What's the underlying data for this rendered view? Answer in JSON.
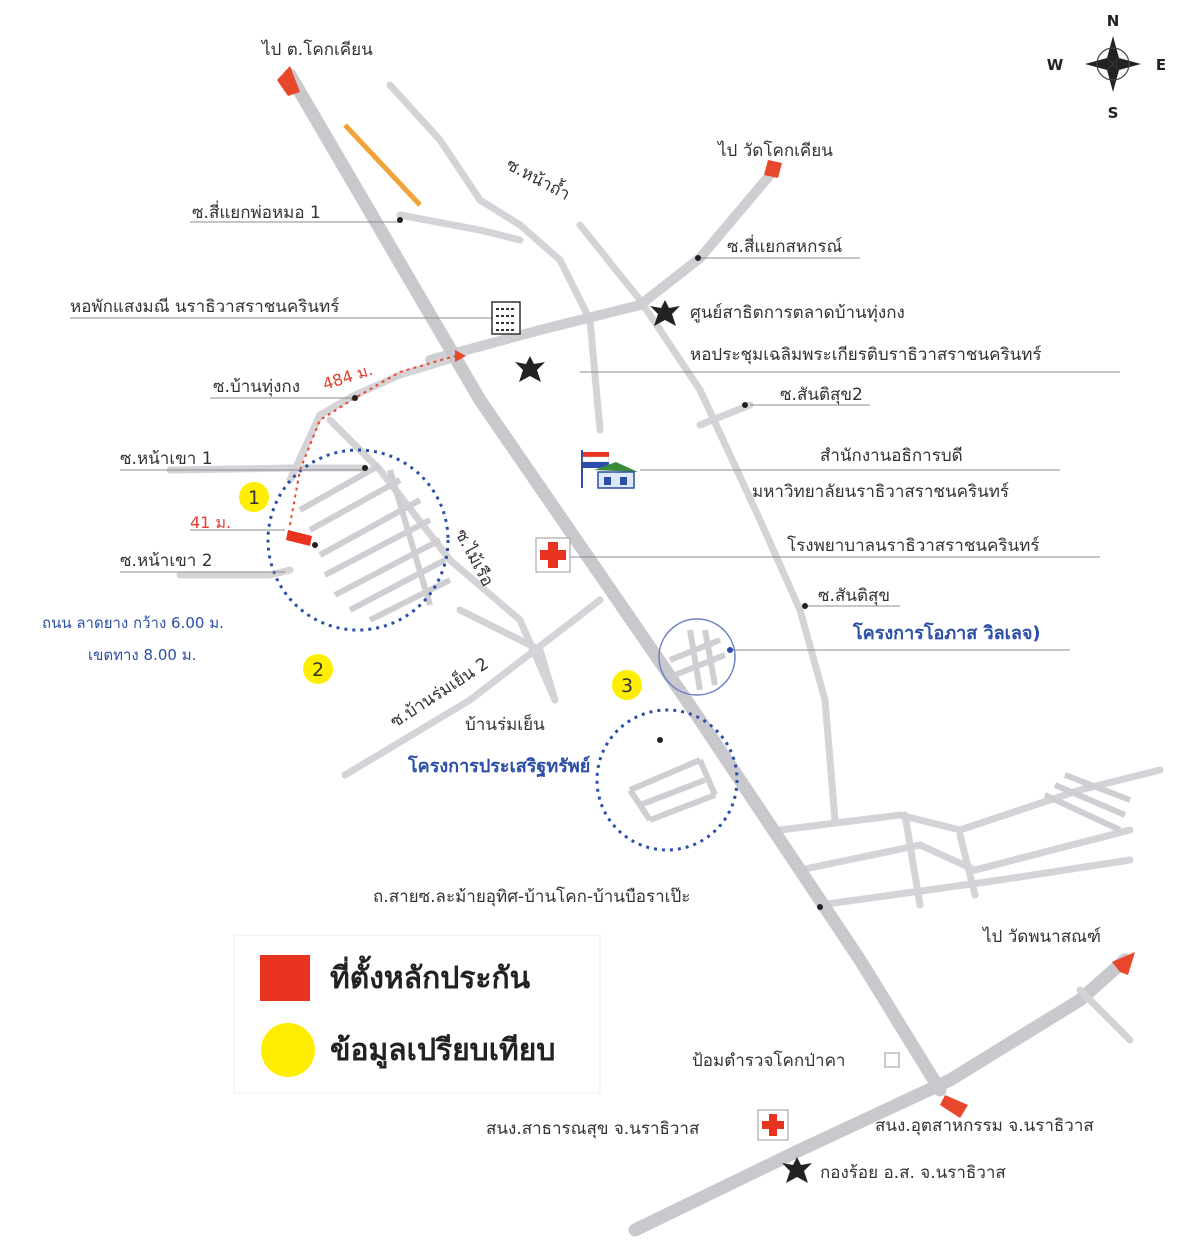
{
  "compass": {
    "n": "N",
    "s": "S",
    "e": "E",
    "w": "W"
  },
  "labels": {
    "to_kok_khian": "ไป ต.โคกเคียน",
    "to_wat_kok_khian": "ไป วัดโคกเคียน",
    "to_wat_phanasanat": "ไป วัดพนาสณฑ์",
    "soi_si_yaek_pho_mo": "ซ.สี่แยกพ่อหมอ 1",
    "soi_na_tham": "ซ.หน้าถ้ำ",
    "soi_si_yaek_sahakon": "ซ.สี่แยกสหกรณ์",
    "dorm": "หอพักแสงมณี นราธิวาสราชนครินทร์",
    "market_center": "ศูนย์สาธิตการตลาดบ้านทุ่งกง",
    "hall": "หอประชุมเฉลิมพระเกียรติบราธิวาสราชนครินทร์",
    "soi_ban_thung_kong": "ซ.บ้านทุ่งกง",
    "dist_484": "484 ม.",
    "soi_santisuk2": "ซ.สันติสุข2",
    "soi_na_khao1": "ซ.หน้าเขา 1",
    "president_office": "สำนักงานอธิการบดี",
    "university": "มหาวิทยาลัยนราธิวาสราชนครินทร์",
    "dist_41": "41 ม.",
    "soi_mai_rua": "ซ.ไม้เรือ",
    "soi_na_khao2": "ซ.หน้าเขา 2",
    "hospital": "โรงพยาบาลนราธิวาสราชนครินทร์",
    "soi_santisuk": "ซ.สันติสุข",
    "road_info1": "ถนน ลาดยาง กว้าง 6.00 ม.",
    "road_info2": "เขตทาง 8.00 ม.",
    "opportunity_village": "โครงการโอภาส วิลเลจ)",
    "soi_ban_rom_yen2": "ซ.บ้านร่มเย็น 2",
    "ban_rom_yen": "บ้านร่มเย็น",
    "prasert_project": "โครงการประเสริฐทรัพย์",
    "main_road": "ถ.สายซ.ละม้ายอุทิศ-บ้านโคก-บ้านบือราเป๊ะ",
    "police_post": "ป้อมตำรวจโคกป่าคา",
    "health_office": "สนง.สาธารณสุข จ.นราธิวาส",
    "industry_office": "สนง.อุตสาหกรรม จ.นราธิวาส",
    "ranger_company": "กองร้อย อ.ส. จ.นราธิวาส",
    "num1": "1",
    "num2": "2",
    "num3": "3"
  },
  "legend": {
    "collateral": "ที่ตั้งหลักประกัน",
    "comparison": "ข้อมูลเปรียบเทียบ"
  },
  "colors": {
    "collateral": "#e8331f",
    "comparison": "#ffee00",
    "arrow": "#e8472c",
    "highlight_road": "#f2a23a",
    "circle": "#2b4fa8"
  }
}
